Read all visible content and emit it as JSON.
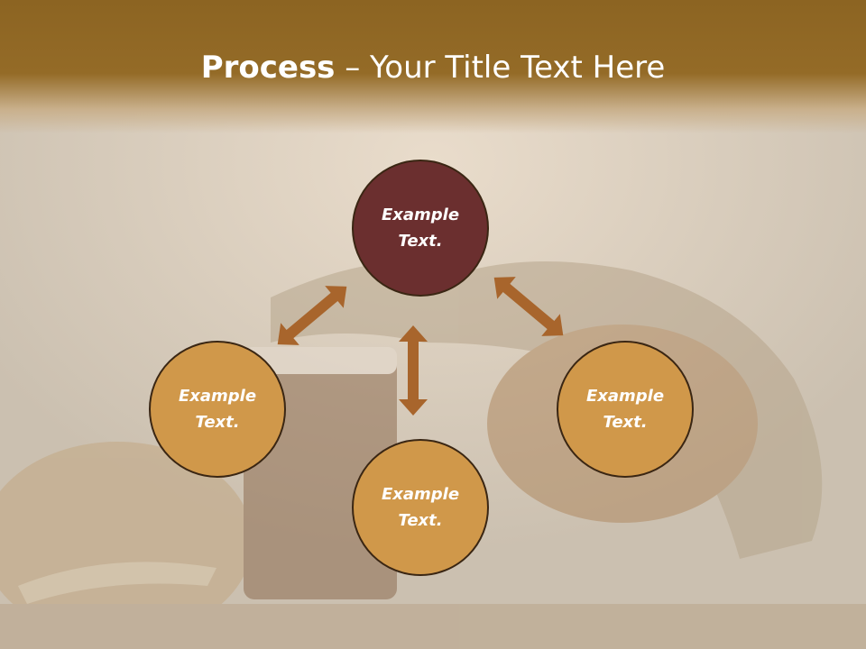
{
  "slide": {
    "title_bold": "Process",
    "title_rest": " – Your Title Text Here"
  },
  "nodes": [
    {
      "line1": "Example",
      "line2": "Text."
    },
    {
      "line1": "Example",
      "line2": "Text."
    },
    {
      "line1": "Example",
      "line2": "Text."
    },
    {
      "line1": "Example",
      "line2": "Text."
    }
  ],
  "colors": {
    "header": "#946b27",
    "top_circle": "#6b2f2f",
    "circle": "#d0984a",
    "arrow": "#a8652c"
  }
}
